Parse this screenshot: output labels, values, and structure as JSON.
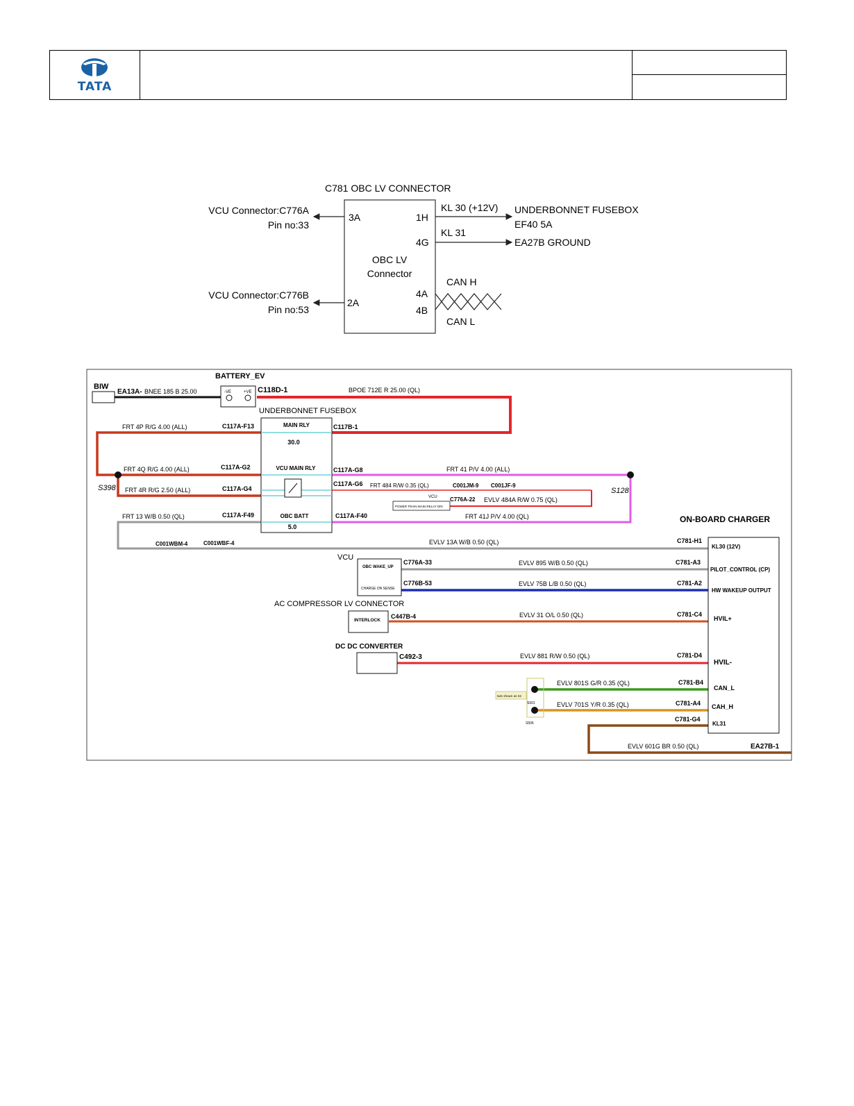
{
  "header": {
    "logo_text": "TATA"
  },
  "block_diagram": {
    "title": "C781 OBC LV CONNECTOR",
    "box_label_1": "OBC LV",
    "box_label_2": "Connector",
    "left_pins": [
      {
        "pin": "3A",
        "target_1": "VCU Connector:C776A",
        "target_2": "Pin no:33"
      },
      {
        "pin": "2A",
        "target_1": "VCU Connector:C776B",
        "target_2": "Pin no:53"
      }
    ],
    "right_pins": [
      {
        "pin": "1H",
        "signal": "KL 30 (+12V)",
        "target_1": "UNDERBONNET FUSEBOX",
        "target_2": "EF40 5A"
      },
      {
        "pin": "4G",
        "signal": "KL 31",
        "target_1": "EA27B GROUND"
      },
      {
        "pin": "4A",
        "signal": "CAN H"
      },
      {
        "pin": "4B",
        "signal": "CAN L"
      }
    ]
  },
  "schematic": {
    "biw": "BIW",
    "ea13a": "EA13A-",
    "bnee_wire": "BNEE   185   B   25.00",
    "battery": "BATTERY_EV",
    "batt_neg": "-VE",
    "batt_pos": "+VE",
    "c118d": "C118D-1",
    "bpoe_wire": "BPOE   712E   R   25.00   (QL)",
    "fusebox": "UNDERBONNET FUSEBOX",
    "main_rly": "MAIN RLY",
    "main_rly_val": "30.0",
    "vcu_main_rly": "VCU MAIN RLY",
    "obc_batt": "OBC BATT",
    "obc_batt_val": "5.0",
    "frt4p": "FRT   4P   R/G   4.00   (ALL)",
    "c117a_f13": "C117A-F13",
    "c117b_1": "C117B-1",
    "frt4q": "FRT   4Q   R/G   4.00   (ALL)",
    "c117a_g2": "C117A-G2",
    "c117a_g8": "C117A-G8",
    "frt41": "FRT   41   P/V   4.00   (ALL)",
    "s398": "S398",
    "frt4r": "FRT   4R   R/G   2.50   (ALL)",
    "c117a_g4": "C117A-G4",
    "c117a_g6": "C117A-G6",
    "frt484": "FRT   484   R/W   0.35   (QL)",
    "c001jm9": "C001JM-9",
    "c001jf9": "C001JF-9",
    "s128": "S128",
    "vcu_small": "VCU",
    "ptrelay": "POWER TRAIN MAIN RELAY DRI",
    "c776a22": "C776A-22",
    "evlv484a": "EVLV   484A   R/W   0.75   (QL)",
    "frt13": "FRT   13   W/B   0.50   (QL)",
    "c117a_f49": "C117A-F49",
    "c117a_f40": "C117A-F40",
    "frt41j": "FRT   41J   P/V   4.00   (QL)",
    "obc": "ON-BOARD CHARGER",
    "c001wbm4": "C001WBM-4",
    "c001wbf4": "C001WBF-4",
    "evlv13a": "EVLV   13A   W/B   0.50   (QL)",
    "c781h1": "C781-H1",
    "kl30_12v": "KL30 (12V)",
    "vcu": "VCU",
    "obc_wake": "OBC WAKE_UP",
    "charge_sense": "CHARGE ON SENSE",
    "c776a33": "C776A-33",
    "evlv895": "EVLV   895   W/B   0.50   (QL)",
    "c781a3": "C781-A3",
    "pilot": "PILOT_CONTROL (CP)",
    "c776b53": "C776B-53",
    "evlv75b": "EVLV   75B   L/B   0.50   (QL)",
    "c781a2": "C781-A2",
    "hw_wake": "HW WAKEUP OUTPUT",
    "ac_comp": "AC COMPRESSOR LV CONNECTOR",
    "interlock": "INTERLOCK",
    "c447b4": "C447B-4",
    "evlv31": "EVLV   31   O/L   0.50   (QL)",
    "c781c4": "C781-C4",
    "hvil_p": "HVIL+",
    "dcdc": "DC DC CONVERTER",
    "c4923": "C492-3",
    "evlv881": "EVLV   881   R/W   0.50   (QL)",
    "c781d4": "C781-D4",
    "hvil_m": "HVIL-",
    "evlv801s": "EVLV   801S   G/R   0.35   (QL)",
    "c781b4": "C781-B4",
    "can_l": "CAN_L",
    "twist_note": "twin shown as S2",
    "s501": "S501",
    "s506": "S506",
    "evlv701s": "EVLV   701S   Y/R   0.35   (QL)",
    "c781a4": "C781-A4",
    "cah_h": "CAH_H",
    "c781g4": "C781-G4",
    "kl31": "KL31",
    "evlv601g": "EVLV   601G   BR   0.50   (QL)",
    "ea27b1": "EA27B-1"
  },
  "colors": {
    "red": "#e3262c",
    "black": "#111111",
    "redorange": "#c8391e",
    "pink": "#e25ce8",
    "grey": "#9a9a9a",
    "blue": "#1a2fb0",
    "orange": "#d0521d",
    "green": "#3d9a1e",
    "amber": "#d99420",
    "brown": "#8b4a17",
    "cyan": "#6fd0d8",
    "tata_blue": "#1a62a8"
  }
}
